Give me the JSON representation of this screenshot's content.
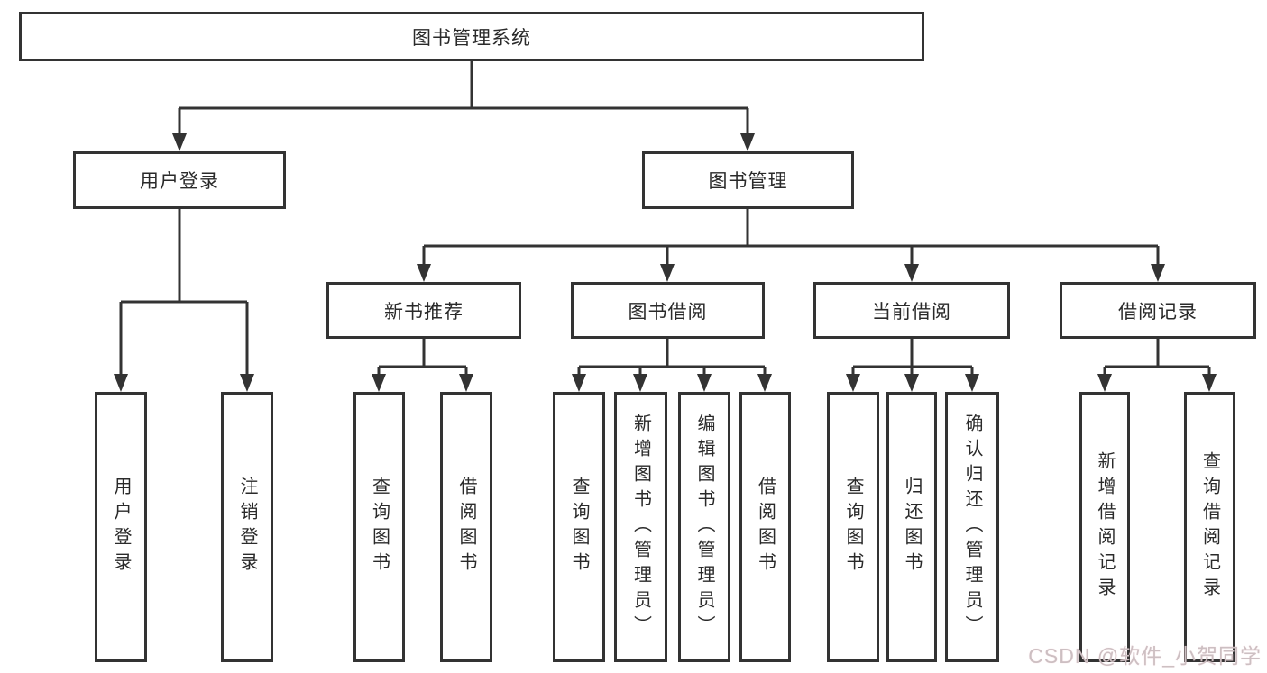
{
  "diagram": {
    "root": "图书管理系统",
    "level2": {
      "login": "用户登录",
      "manage": "图书管理"
    },
    "level3": {
      "recommend": "新书推荐",
      "borrow": "图书借阅",
      "current": "当前借阅",
      "records": "借阅记录"
    },
    "leaves": {
      "login": [
        "用户登录",
        "注销登录"
      ],
      "recommend": [
        "查询图书",
        "借阅图书"
      ],
      "borrow": [
        "查询图书",
        "新增图书（管理员）",
        "编辑图书（管理员）",
        "借阅图书"
      ],
      "current": [
        "查询图书",
        "归还图书",
        "确认归还（管理员）"
      ],
      "records": [
        "新增借阅记录",
        "查询借阅记录"
      ]
    }
  },
  "watermark": "CSDN @软件_小贺同学",
  "colors": {
    "line": "#333333",
    "box_border": "#333333",
    "text": "#2a2a2a",
    "background": "#ffffff",
    "watermark": "#ccbfc2"
  }
}
